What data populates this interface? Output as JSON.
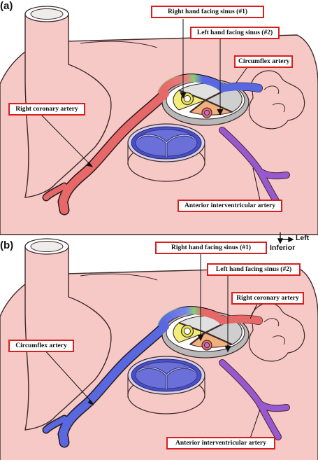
{
  "panels": [
    {
      "letter": "(a)",
      "labels": {
        "right_sinus": "Right hand facing sinus (#1)",
        "left_sinus": "Left hand facing sinus (#2)",
        "upper_artery": "Circumflex artery",
        "lower_artery": "Right coronary artery",
        "aiv": "Anterior interventricular  artery"
      }
    },
    {
      "letter": "(b)",
      "labels": {
        "right_sinus": "Right hand facing sinus (#1)",
        "left_sinus": "Left hand facing sinus (#2)",
        "upper_artery": "Right coronary  artery",
        "lower_artery": "Circumflex artery",
        "aiv": "Anterior interventricular  artery"
      }
    }
  ],
  "orientation": {
    "left": "Left",
    "inferior": "Inferior"
  },
  "colors": {
    "heart": "#f7c9c6",
    "outline": "#3c2a2a",
    "right_coronary": "#e66868",
    "circumflex": "#5a68e0",
    "anterior_interventricular": "#9a58d0",
    "valve": "#4a4fc8",
    "label_border": "#d62020",
    "yellow_sinus": "#f2ee7a",
    "orange_sinus": "#f2b07c"
  },
  "icons": [
    "orientation-arrows-icon"
  ]
}
